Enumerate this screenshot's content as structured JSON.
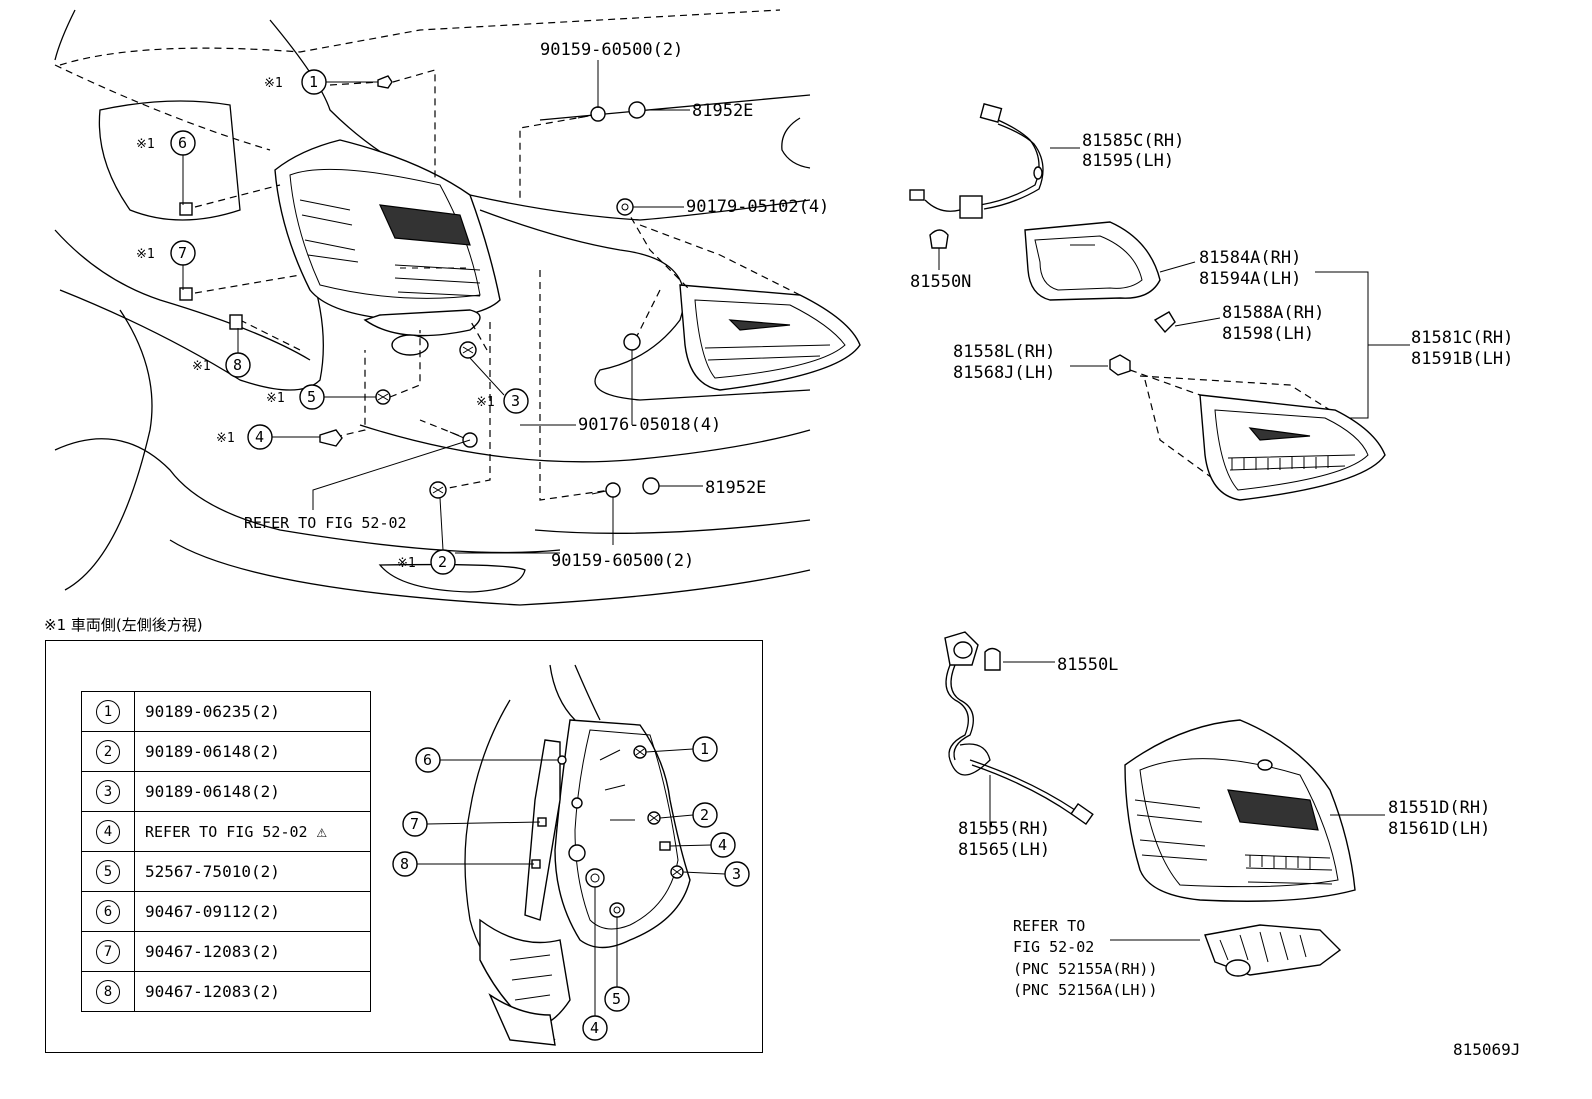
{
  "labels": {
    "p90159_top": "90159-60500(2)",
    "p81952e_top": "81952E",
    "p90179": "90179-05102(4)",
    "p90176": "90176-05018(4)",
    "p81952e_bot": "81952E",
    "p90159_bot": "90159-60500(2)",
    "refer_52_02": "REFER TO FIG 52-02",
    "p81585c": "81585C(RH)",
    "p81595": "81595(LH)",
    "p81550n": "81550N",
    "p81584a": "81584A(RH)",
    "p81594a": "81594A(LH)",
    "p81588a": "81588A(RH)",
    "p81598": "81598(LH)",
    "p81581c": "81581C(RH)",
    "p81591b": "81591B(LH)",
    "p81558l": "81558L(RH)",
    "p81568j": "81568J(LH)",
    "p81550l": "81550L",
    "p81555": "81555(RH)",
    "p81565": "81565(LH)",
    "p81551d": "81551D(RH)",
    "p81561d": "81561D(LH)",
    "refer_to": "REFER TO",
    "fig_52_02": "FIG 52-02",
    "pnc_rh": "(PNC 52155A(RH))",
    "pnc_lh": "(PNC 52156A(LH))"
  },
  "star_mark": "※1",
  "callouts": [
    "1",
    "2",
    "3",
    "4",
    "5",
    "6",
    "7",
    "8"
  ],
  "inset": {
    "caption": "※1 車両側(左側後方視)",
    "table": [
      {
        "idx": "1",
        "part": "90189-06235(2)"
      },
      {
        "idx": "2",
        "part": "90189-06148(2)"
      },
      {
        "idx": "3",
        "part": "90189-06148(2)"
      },
      {
        "idx": "4",
        "part": "REFER TO FIG 52-02",
        "warning": "⚠"
      },
      {
        "idx": "5",
        "part": "52567-75010(2)"
      },
      {
        "idx": "6",
        "part": "90467-09112(2)"
      },
      {
        "idx": "7",
        "part": "90467-12083(2)"
      },
      {
        "idx": "8",
        "part": "90467-12083(2)"
      }
    ]
  },
  "figure_id": "815069J"
}
